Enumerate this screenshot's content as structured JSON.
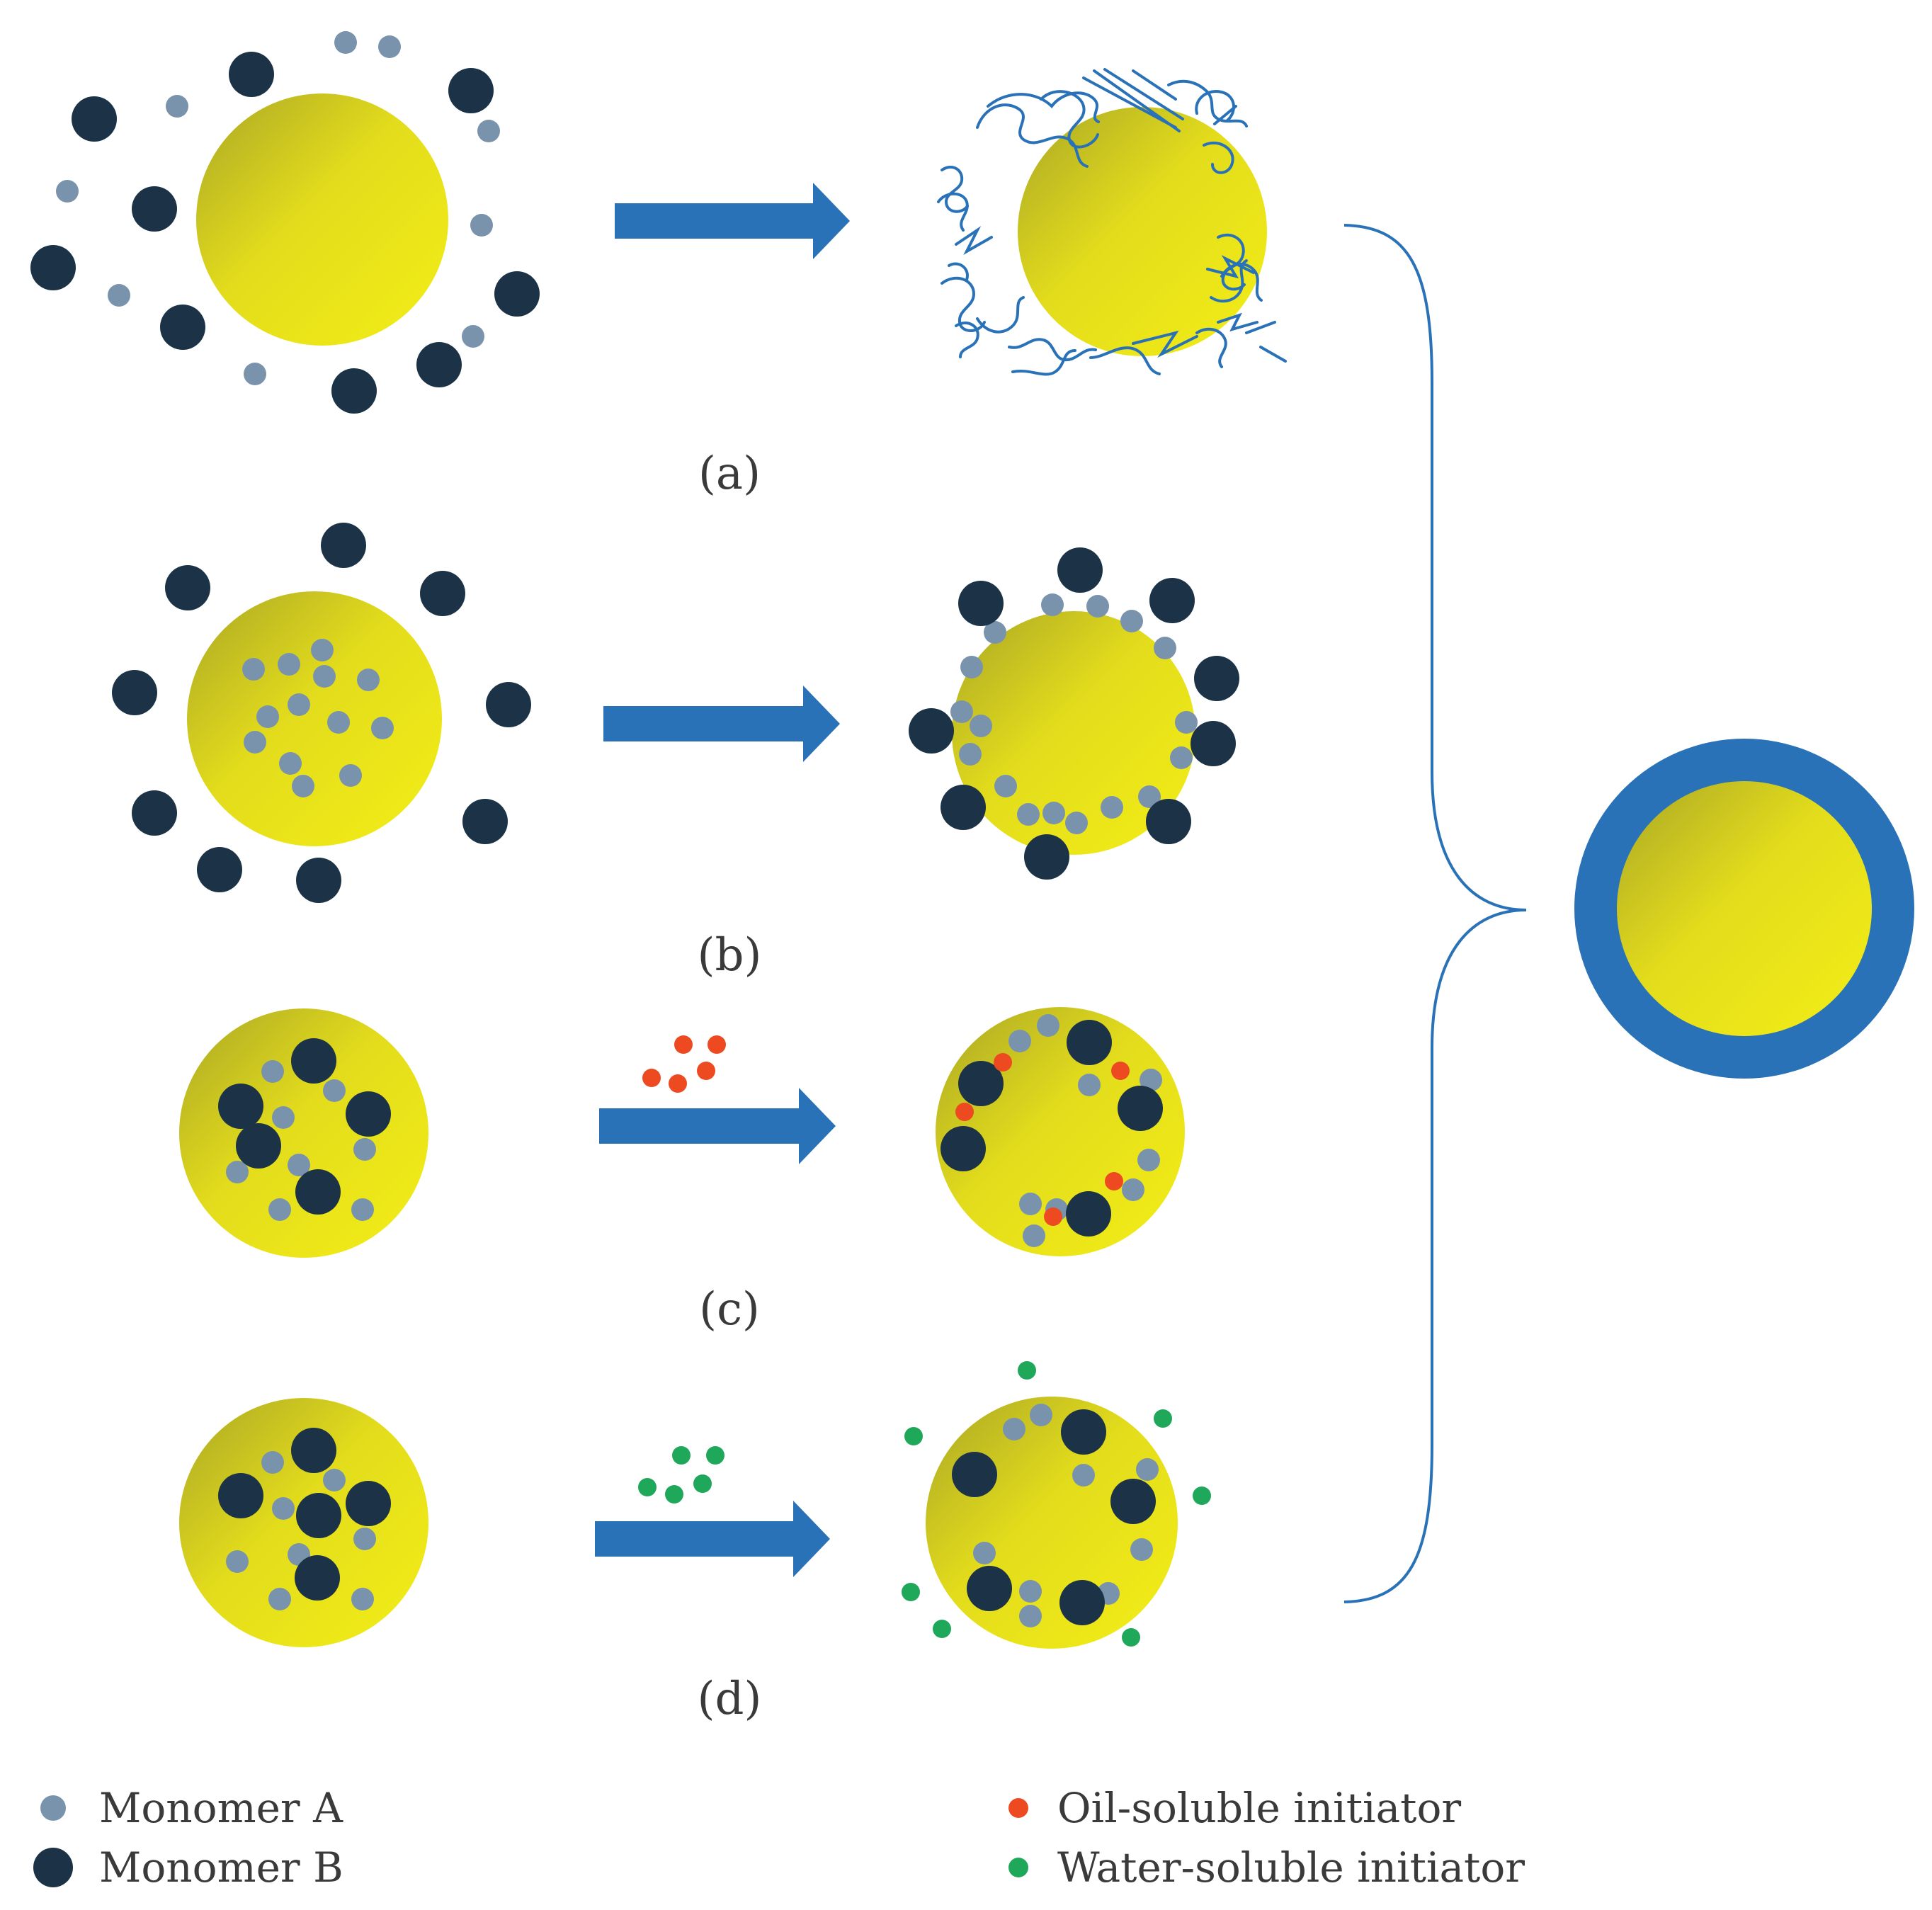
{
  "panels": [
    {
      "id": "a",
      "label": "(a)"
    },
    {
      "id": "b",
      "label": "(b)"
    },
    {
      "id": "c",
      "label": "(c)"
    },
    {
      "id": "d",
      "label": "(d)"
    }
  ],
  "legend": {
    "monomer_a": "Monomer A",
    "monomer_b": "Monomer B",
    "oil_initiator": "Oil-soluble initiator",
    "water_initiator": "Water-soluble initiator"
  },
  "colors": {
    "core_light": "#eee81a",
    "core_dark": "#b2ac22",
    "monomer_a": "#7a93ad",
    "monomer_b": "#1c3347",
    "arrow": "#2a72b8",
    "shell": "#2a72b8",
    "oil_initiator": "#ee4a22",
    "water_initiator": "#1fa85a",
    "polymer_chain": "#2a72b8",
    "brace": "#2a72b8"
  }
}
